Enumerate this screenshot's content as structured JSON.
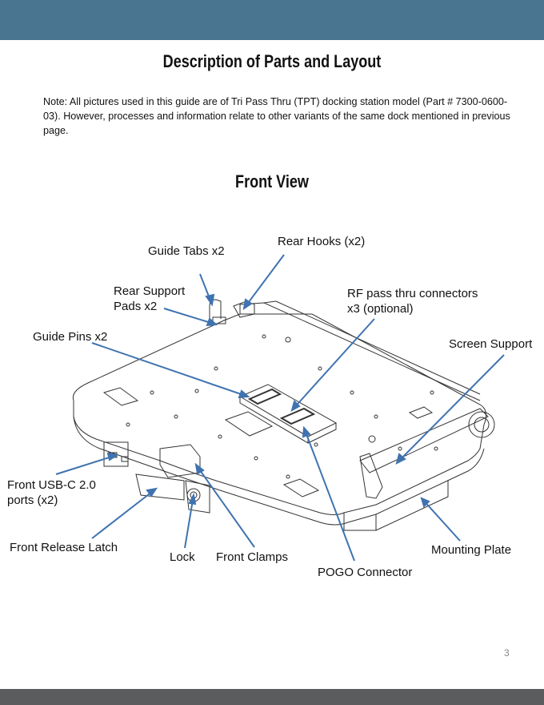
{
  "header": {
    "bar_color": "#4a7590"
  },
  "footer": {
    "bar_color": "#5b5c5e",
    "page_number": "3"
  },
  "page_title": "Description of Parts and Layout",
  "note": "Note: All pictures used in this guide are of Tri Pass Thru (TPT) docking station model (Part # 7300-0600-03). However, processes and information relate to other variants of the same dock mentioned in previous page.",
  "section_title": "Front View",
  "diagram": {
    "arrow_color": "#3f73b0",
    "labels": {
      "guide_tabs": "Guide Tabs x2",
      "rear_hooks": "Rear Hooks (x2)",
      "rear_support_pads_1": "Rear Support",
      "rear_support_pads_2": "Pads x2",
      "rf_pass_thru_1": "RF pass thru connectors",
      "rf_pass_thru_2": "x3 (optional)",
      "guide_pins": "Guide Pins x2",
      "screen_support": "Screen Support",
      "front_usbc_1": "Front USB-C 2.0",
      "front_usbc_2": "ports (x2)",
      "front_release_latch": "Front Release Latch",
      "lock": "Lock",
      "front_clamps": "Front Clamps",
      "mounting_plate": "Mounting Plate",
      "pogo_connector": "POGO Connector"
    }
  }
}
